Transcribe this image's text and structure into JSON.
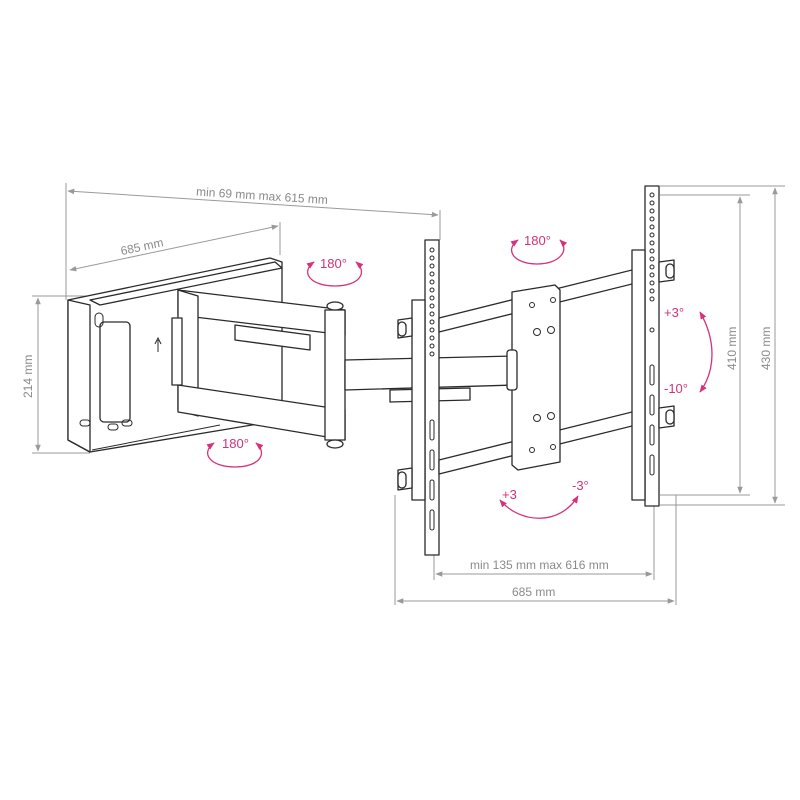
{
  "diagram": {
    "subject": "Full-motion TV wall mount, articulating arms",
    "colors": {
      "dimension": "#8a8a8a",
      "angle": "#d6317a",
      "outline": "#2a2a2a",
      "background": "#ffffff"
    }
  },
  "dimensions": {
    "extension": "min 69 mm max 615 mm",
    "wall_plate_width": "685 mm",
    "wall_plate_height": "214 mm",
    "rail_spacing": "410 mm",
    "rail_height": "430 mm",
    "vesa_horizontal": "min 135 mm max 616 mm",
    "total_width": "685 mm"
  },
  "angles": {
    "arm_pivot_top": "180°",
    "arm_pivot_bottom": "180°",
    "head_swivel": "180°",
    "tilt_up": "+3°",
    "tilt_down": "-10°",
    "level_plus": "+3",
    "level_minus": "-3°"
  }
}
